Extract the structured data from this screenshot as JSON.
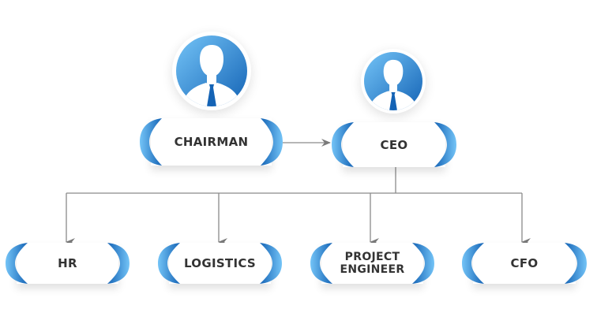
{
  "colors": {
    "cap_light": "#74c4f7",
    "cap_dark": "#1463b5",
    "line": "#8a8a8a",
    "text": "#333333"
  },
  "nodes": {
    "chairman": "CHAIRMAN",
    "ceo": "CEO",
    "hr": "HR",
    "logistics": "LOGISTICS",
    "project_engineer": "PROJECT ENGINEER",
    "cfo": "CFO"
  },
  "icons": {
    "avatar": "person-avatar-icon"
  }
}
